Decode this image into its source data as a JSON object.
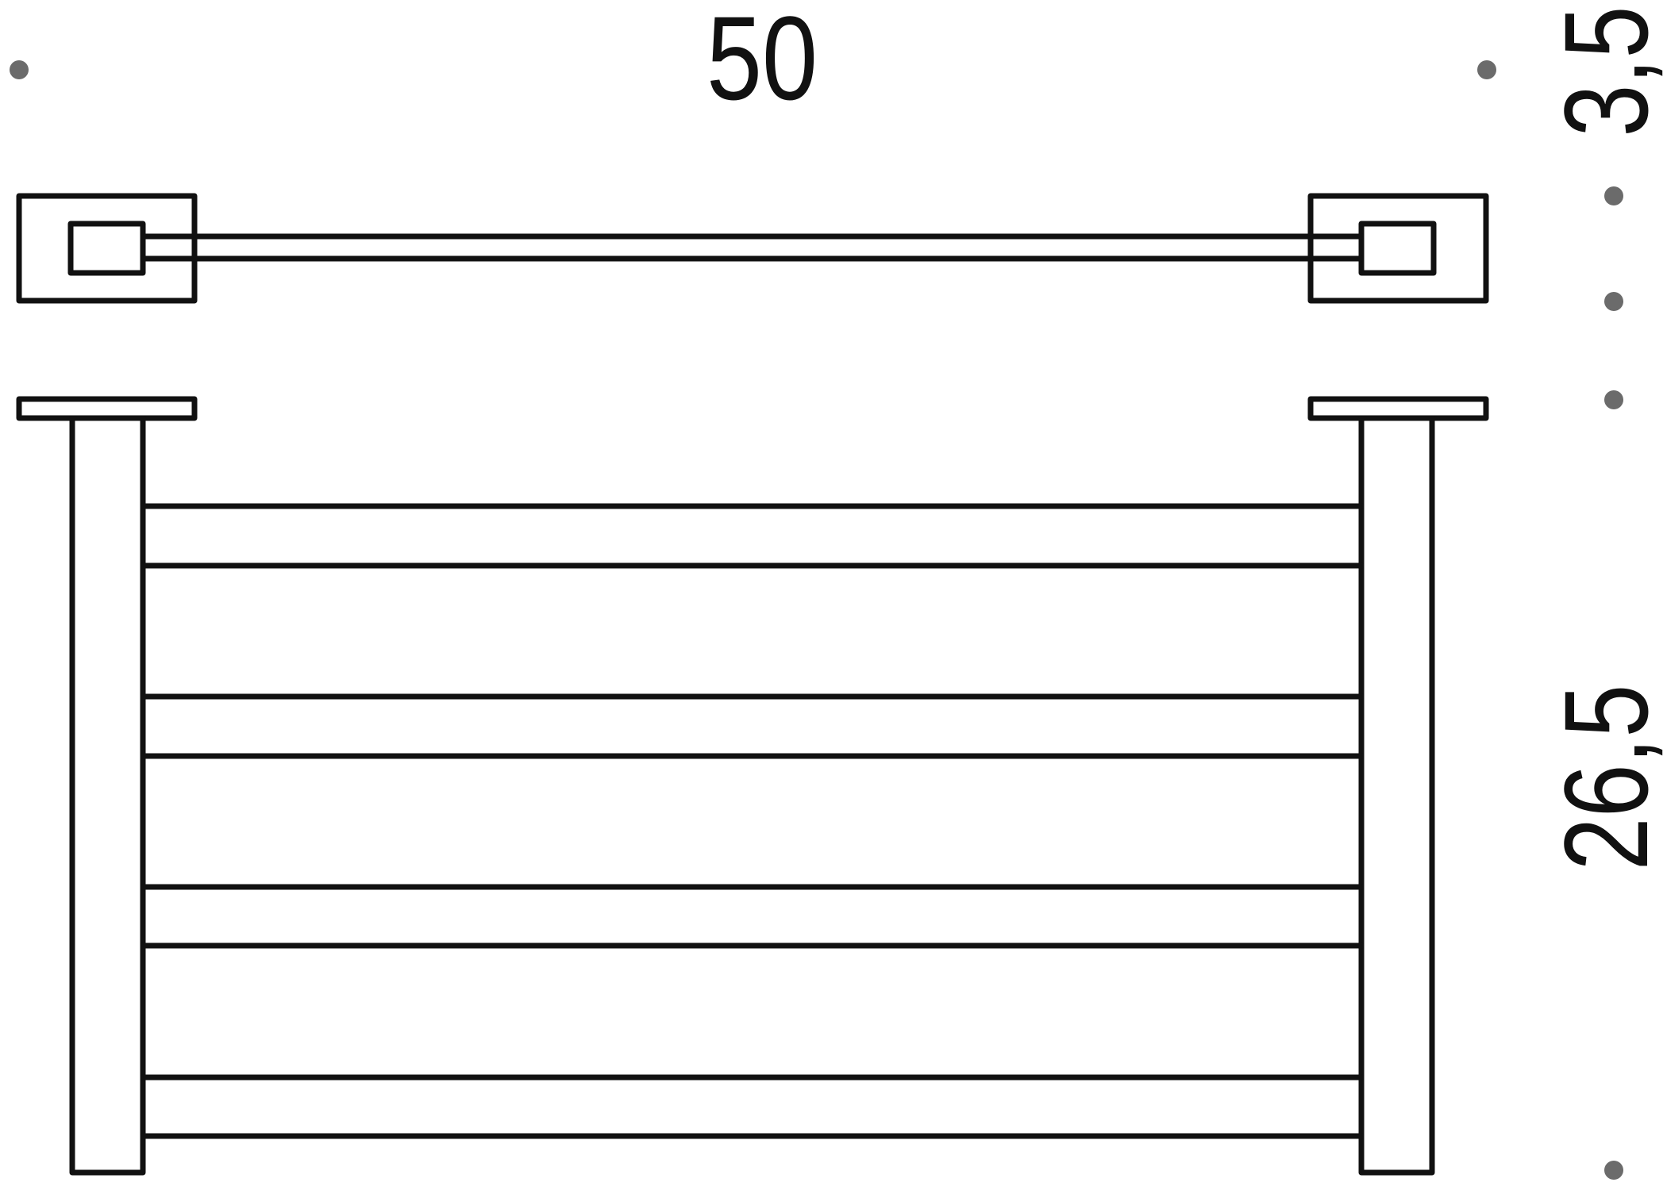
{
  "drawing": {
    "dimensions": {
      "width": "50",
      "depth": "3,5",
      "height": "26,5"
    },
    "shelf_bar_count": 4,
    "colors": {
      "line": "#111111",
      "marker": "#6b6b6b",
      "background": "#ffffff"
    }
  }
}
